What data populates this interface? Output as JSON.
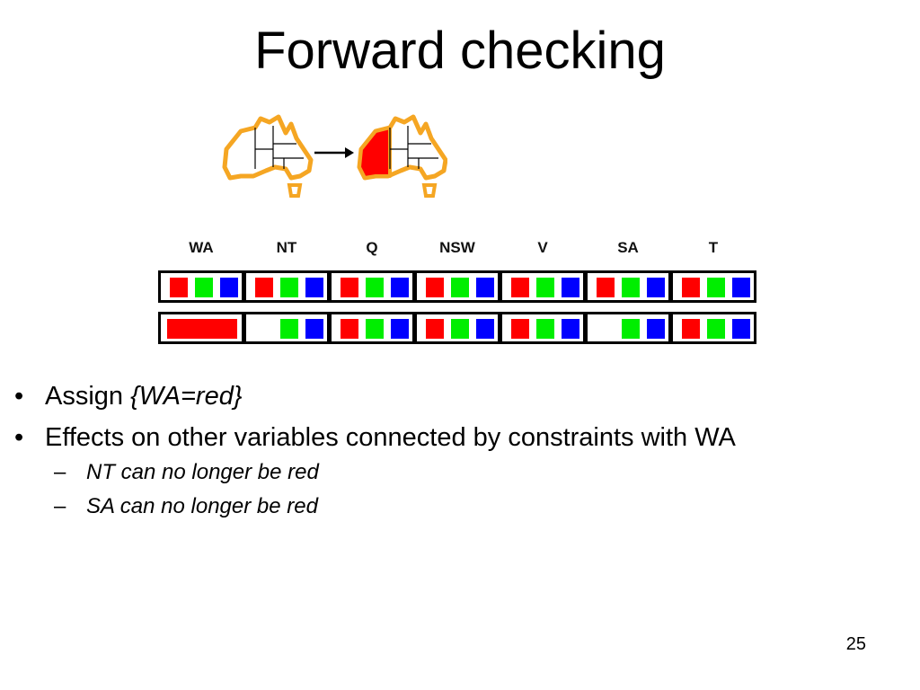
{
  "slide": {
    "title": "Forward checking",
    "page_number": "25"
  },
  "diagram": {
    "variables": [
      "WA",
      "NT",
      "Q",
      "NSW",
      "V",
      "SA",
      "T"
    ],
    "colors": {
      "red": "#ff0000",
      "green": "#00ee00",
      "blue": "#0000ff",
      "map_outline": "#f5a623"
    },
    "rows": [
      {
        "domains": [
          [
            "red",
            "green",
            "blue"
          ],
          [
            "red",
            "green",
            "blue"
          ],
          [
            "red",
            "green",
            "blue"
          ],
          [
            "red",
            "green",
            "blue"
          ],
          [
            "red",
            "green",
            "blue"
          ],
          [
            "red",
            "green",
            "blue"
          ],
          [
            "red",
            "green",
            "blue"
          ]
        ]
      },
      {
        "domains": [
          [
            "assigned-red"
          ],
          [
            "green",
            "blue"
          ],
          [
            "red",
            "green",
            "blue"
          ],
          [
            "red",
            "green",
            "blue"
          ],
          [
            "red",
            "green",
            "blue"
          ],
          [
            "green",
            "blue"
          ],
          [
            "red",
            "green",
            "blue"
          ]
        ]
      }
    ]
  },
  "bullets": {
    "b1_prefix": "Assign ",
    "b1_italic": "{WA=red}",
    "b2": "Effects on other variables connected by constraints with WA",
    "sub1": "NT can no longer be red",
    "sub2": "SA can no longer be red",
    "bullet_glyph": "•",
    "dash_glyph": "–"
  }
}
